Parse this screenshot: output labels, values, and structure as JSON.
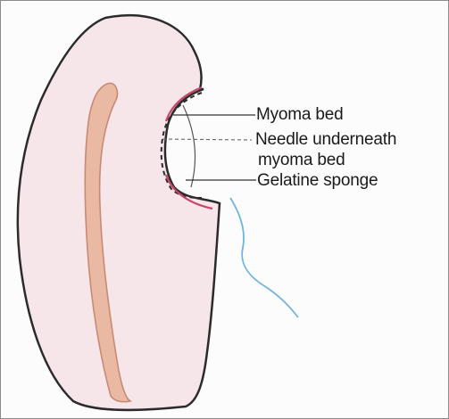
{
  "labels": {
    "myoma_bed": "Myoma bed",
    "needle_line1": "Needle underneath",
    "needle_line2": "myoma bed",
    "gelatine_sponge": "Gelatine sponge"
  },
  "colors": {
    "uterus_fill": "#f6e6ea",
    "outline": "#2b2b2b",
    "cavity_fill": "#e9b9a4",
    "cavity_stroke": "#d79b86",
    "myoma_bed_edge": "#c94668",
    "suture": "#6fb5dd"
  }
}
